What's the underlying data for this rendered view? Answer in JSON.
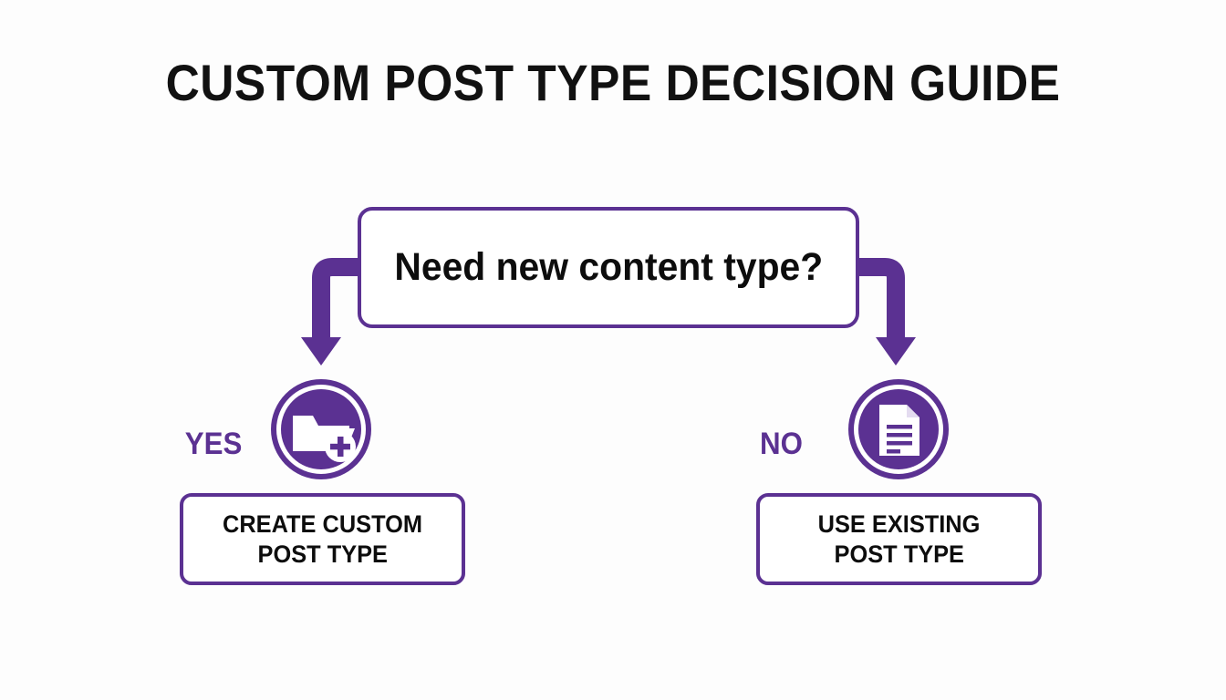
{
  "page": {
    "title": "CUSTOM POST TYPE DECISION GUIDE",
    "background_color": "#fdfdfd"
  },
  "theme": {
    "accent_purple": "#5b3192",
    "text_black": "#0d0d0d",
    "box_fill": "#ffffff"
  },
  "flowchart": {
    "type": "decision-tree",
    "decision": {
      "question": "Need new content type?"
    },
    "branches": [
      {
        "label": "YES",
        "icon_name": "folder-plus-icon",
        "outcome_line1": "CREATE CUSTOM",
        "outcome_line2": "POST TYPE"
      },
      {
        "label": "NO",
        "icon_name": "document-icon",
        "outcome_line1": "USE EXISTING",
        "outcome_line2": "POST TYPE"
      }
    ]
  }
}
